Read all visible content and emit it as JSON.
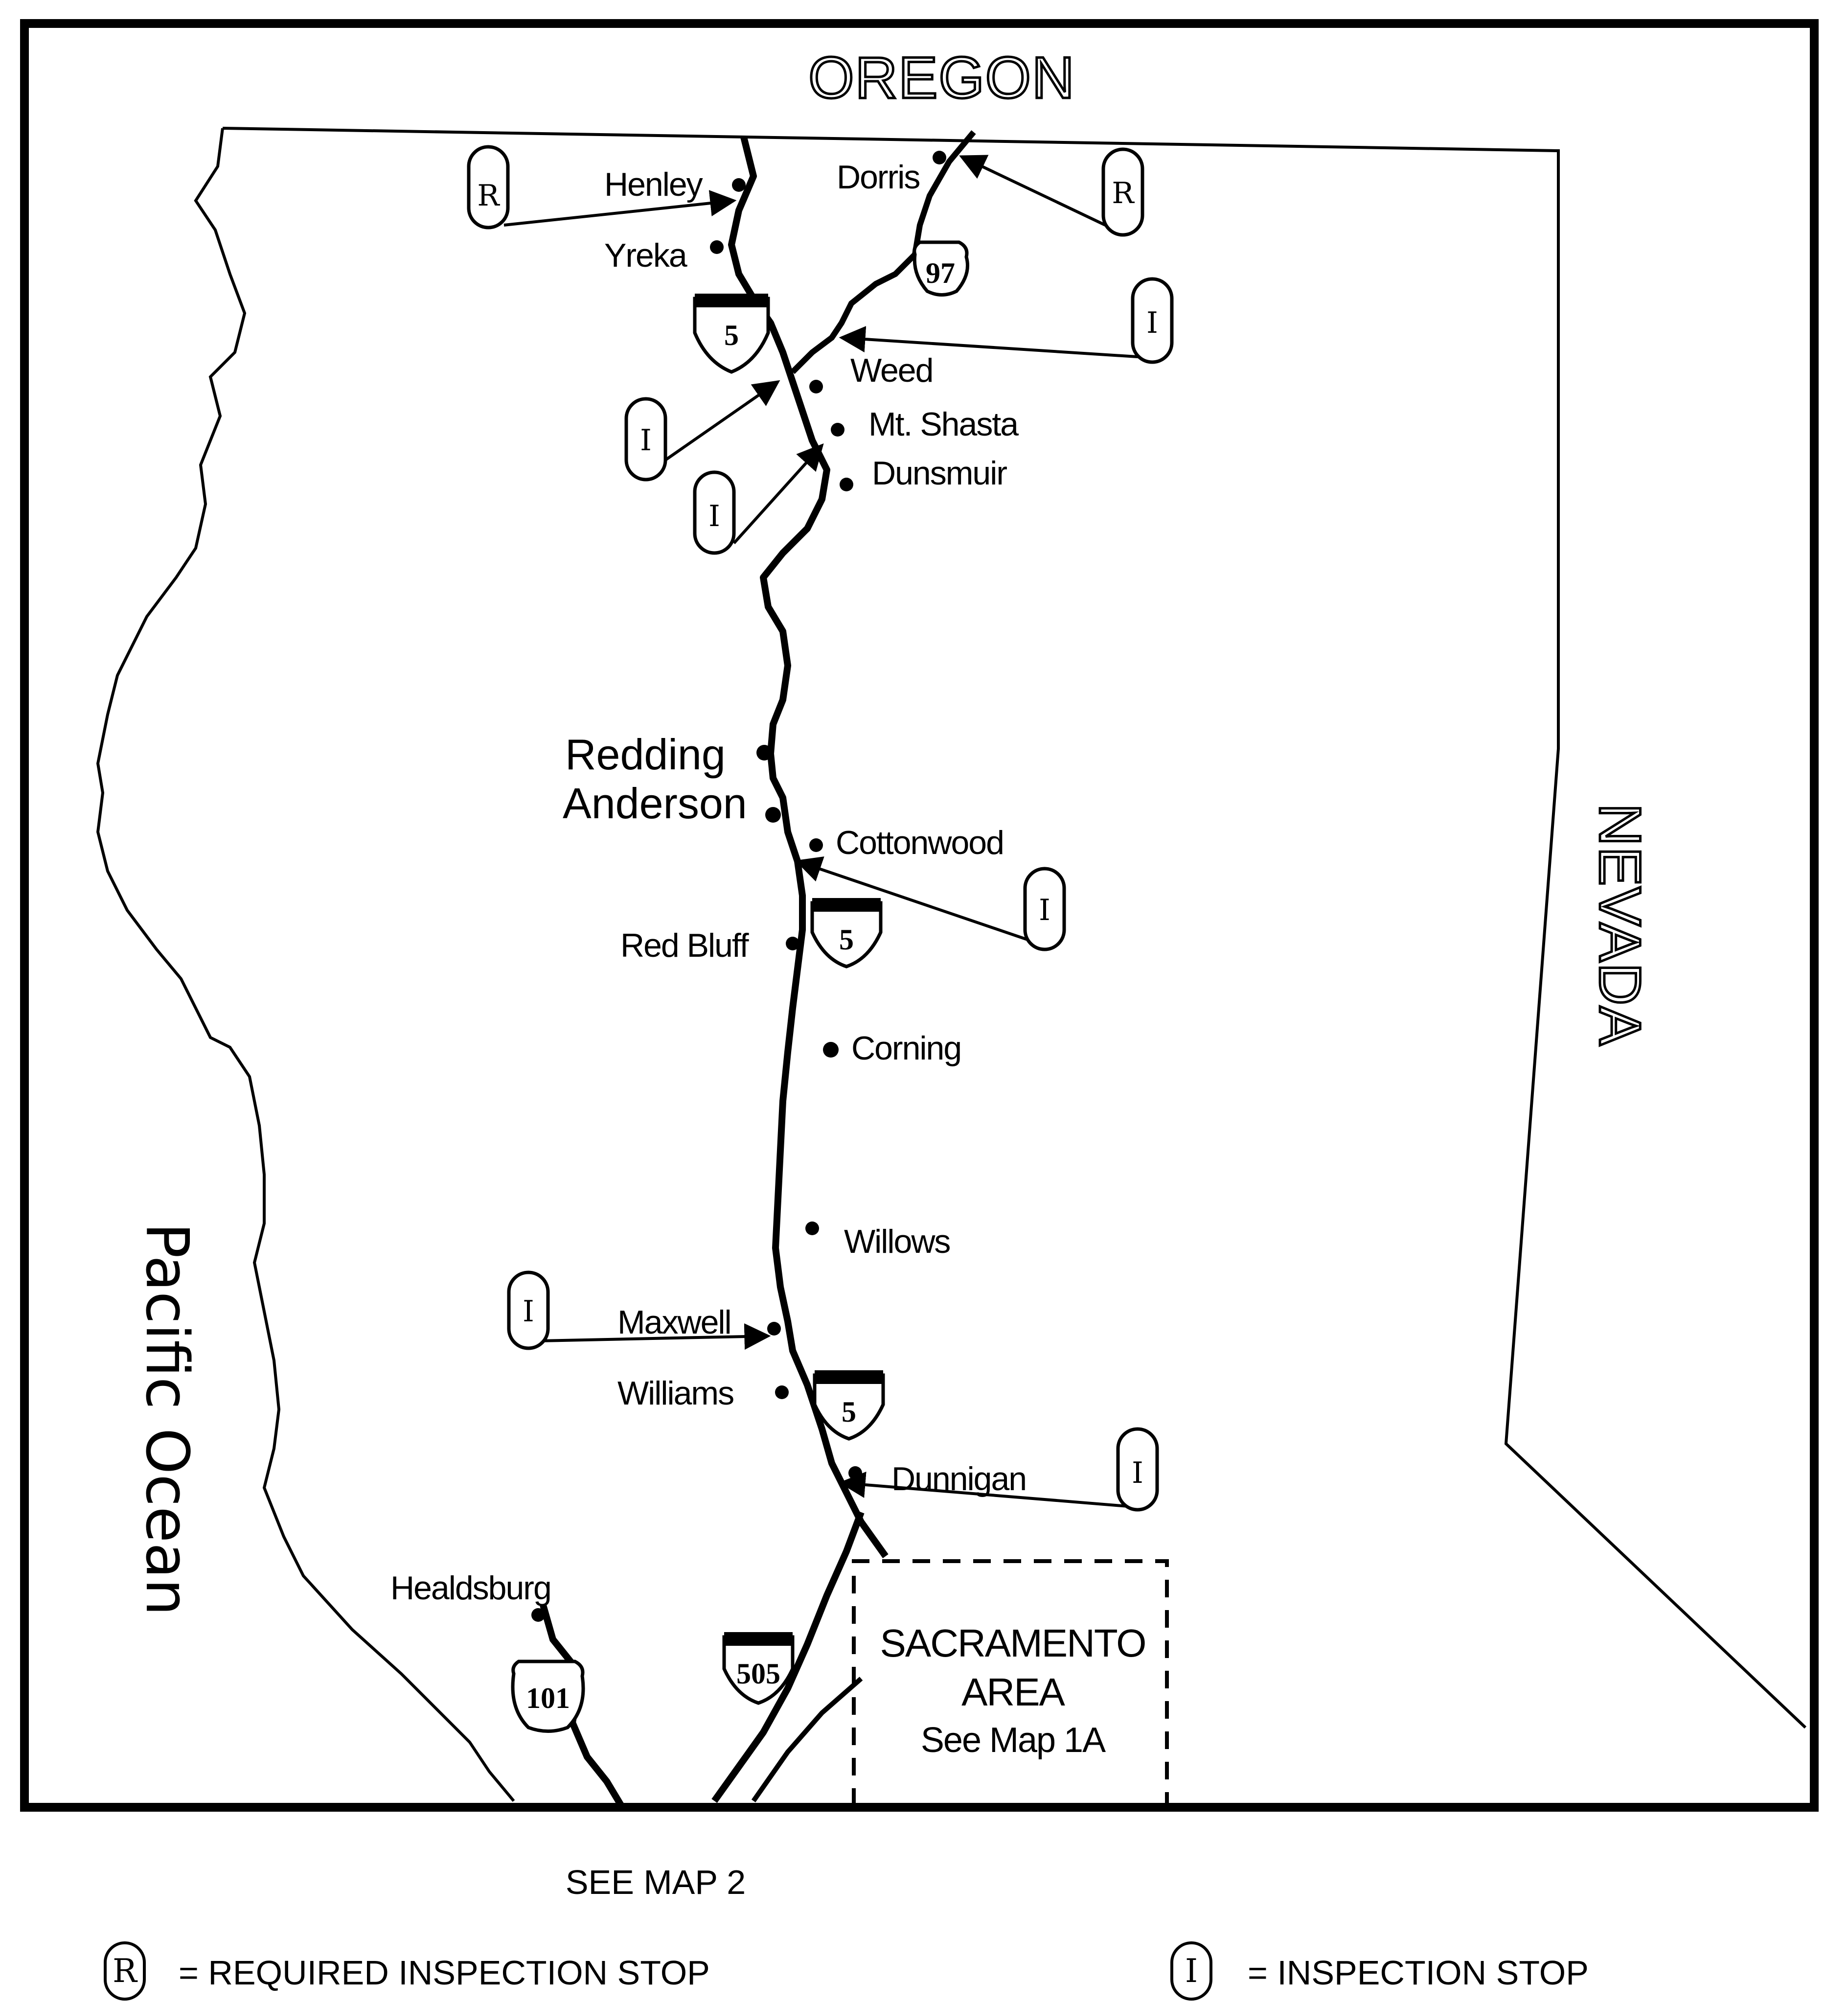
{
  "states": {
    "oregon": "OREGON",
    "nevada": "NEVADA"
  },
  "ocean": "Pacific Ocean",
  "cities": [
    {
      "name": "Henley"
    },
    {
      "name": "Yreka"
    },
    {
      "name": "Dorris"
    },
    {
      "name": "Weed"
    },
    {
      "name": "Mt. Shasta"
    },
    {
      "name": "Dunsmuir"
    },
    {
      "name": "Redding"
    },
    {
      "name": "Anderson"
    },
    {
      "name": "Cottonwood"
    },
    {
      "name": "Red Bluff"
    },
    {
      "name": "Corning"
    },
    {
      "name": "Willows"
    },
    {
      "name": "Maxwell"
    },
    {
      "name": "Williams"
    },
    {
      "name": "Dunnigan"
    },
    {
      "name": "Healdsburg"
    }
  ],
  "highways": {
    "i5": "5",
    "us97": "97",
    "i505": "505",
    "us101": "101"
  },
  "stops": {
    "required": "R",
    "inspection": "I"
  },
  "sacramento": {
    "line1": "SACRAMENTO",
    "line2": "AREA",
    "line3": "See Map 1A"
  },
  "see_map2": "SEE MAP 2",
  "legend": {
    "required_symbol": "R",
    "required_text": "= REQUIRED INSPECTION STOP",
    "inspection_symbol": "I",
    "inspection_text": "= INSPECTION STOP"
  }
}
